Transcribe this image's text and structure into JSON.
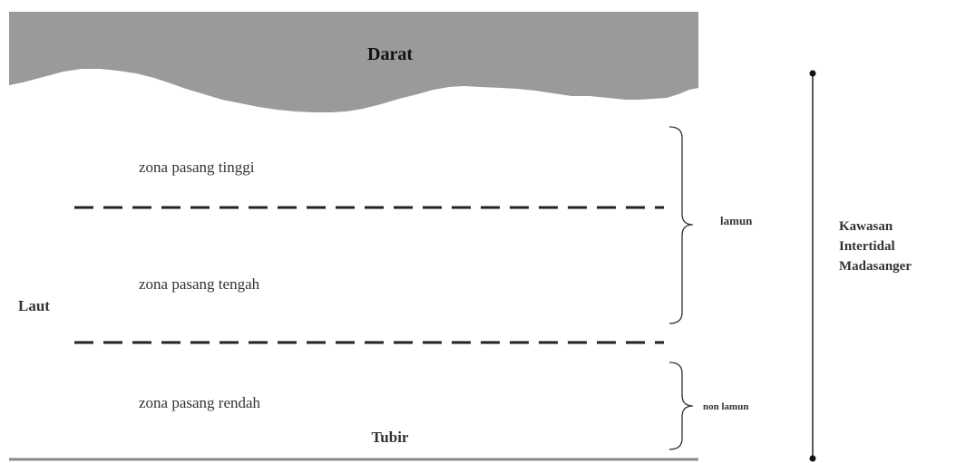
{
  "land": {
    "label": "Darat",
    "color": "#9a9a9a"
  },
  "sea": {
    "label": "Laut"
  },
  "zones": [
    {
      "label": "zona pasang tinggi"
    },
    {
      "label": "zona pasang tengah"
    },
    {
      "label": "zona pasang rendah"
    }
  ],
  "brackets": {
    "upper": {
      "label": "lamun"
    },
    "lower": {
      "label": "non lamun"
    }
  },
  "edge": {
    "label": "Tubir"
  },
  "region": {
    "label_lines": [
      "Kawasan",
      "Intertidal",
      "Madasanger"
    ]
  },
  "colors": {
    "ink": "#333333",
    "line": "#222222",
    "bottom": "#888888"
  }
}
